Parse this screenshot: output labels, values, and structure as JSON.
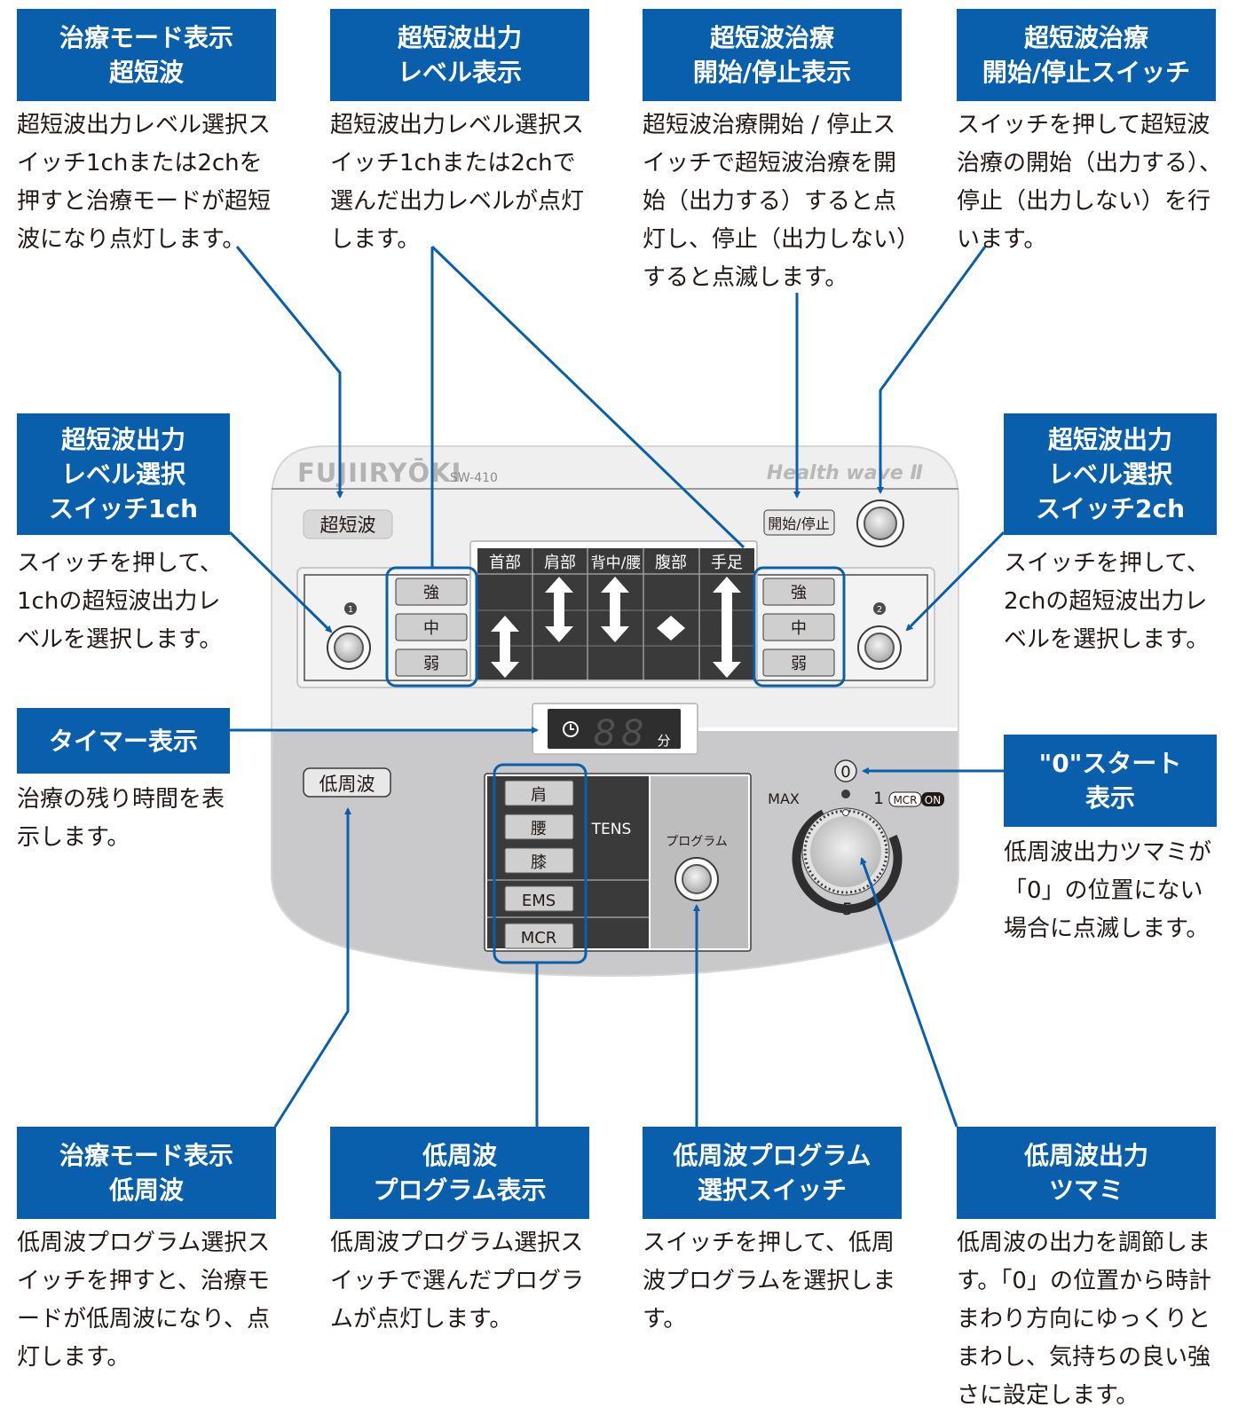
{
  "callouts": [
    {
      "key": "mode_ultrasonic",
      "title_lines": [
        "治療モード表示",
        "超短波"
      ],
      "desc": "超短波出力レベル選択スイッチ1chまたは2chを押すと治療モードが超短波になり点灯します。"
    },
    {
      "key": "level_display",
      "title_lines": [
        "超短波出力",
        "レベル表示"
      ],
      "desc": "超短波出力レベル選択スイッチ1chまたは2chで選んだ出力レベルが点灯します。"
    },
    {
      "key": "startstop_display",
      "title_lines": [
        "超短波治療",
        "開始/停止表示"
      ],
      "desc": "超短波治療開始 / 停止スイッチで超短波治療を開始（出力する）すると点灯し、停止（出力しない）すると点滅します。"
    },
    {
      "key": "startstop_switch",
      "title_lines": [
        "超短波治療",
        "開始/停止スイッチ"
      ],
      "desc": "スイッチを押して超短波治療の開始（出力する）、停止（出力しない）を行います。"
    },
    {
      "key": "level_select_1ch",
      "title_lines": [
        "超短波出力",
        "レベル選択",
        "スイッチ1ch"
      ],
      "desc": "スイッチを押して、1chの超短波出力レベルを選択します。"
    },
    {
      "key": "level_select_2ch",
      "title_lines": [
        "超短波出力",
        "レベル選択",
        "スイッチ2ch"
      ],
      "desc": "スイッチを押して、2chの超短波出力レベルを選択します。"
    },
    {
      "key": "timer_display",
      "title_lines": [
        "タイマー表示"
      ],
      "desc": "治療の残り時間を表示します。"
    },
    {
      "key": "zero_start",
      "title_lines": [
        "\"0\"スタート",
        "表示"
      ],
      "desc": "低周波出力ツマミが「0」の位置にない場合に点滅します。"
    },
    {
      "key": "mode_lowfreq",
      "title_lines": [
        "治療モード表示",
        "低周波"
      ],
      "desc": "低周波プログラム選択スイッチを押すと、治療モードが低周波になり、点灯します。"
    },
    {
      "key": "program_display",
      "title_lines": [
        "低周波",
        "プログラム表示"
      ],
      "desc": "低周波プログラム選択スイッチで選んだプログラムが点灯します。"
    },
    {
      "key": "program_switch",
      "title_lines": [
        "低周波プログラム",
        "選択スイッチ"
      ],
      "desc": "スイッチを押して、低周波プログラムを選択します。"
    },
    {
      "key": "output_knob",
      "title_lines": [
        "低周波出力",
        "ツマミ"
      ],
      "desc": "低周波の出力を調節します。「0」の位置から時計まわり方向にゆっくりとまわし、気持ちの良い強さに設定します。"
    }
  ],
  "panel": {
    "brand": "FUJIIRYŌKI",
    "model": "SW-410",
    "product": "Health wave Ⅱ",
    "ultrasonic_label": "超短波",
    "lowfreq_label": "低周波",
    "start_stop_label": "開始/停止",
    "levels": [
      "強",
      "中",
      "弱"
    ],
    "ch1_marker": "1",
    "ch2_marker": "2",
    "body_parts": [
      "首部",
      "肩部",
      "背中/腰",
      "腹部",
      "手足"
    ],
    "timer_digits": "88",
    "timer_unit": "分",
    "programs": [
      "肩",
      "腰",
      "膝",
      "EMS",
      "MCR"
    ],
    "tens_label": "TENS",
    "program_button_label": "プログラム",
    "knob_zero": "0",
    "knob_max": "MAX",
    "knob_one": "1",
    "knob_five": "5",
    "mcr_badge": "MCR",
    "on_badge": "ON"
  },
  "colors": {
    "accent": "#0a5fac",
    "panel_top": "#efefef",
    "panel_bottom": "#c9c9cb",
    "display_bg": "#3a3a3a"
  }
}
